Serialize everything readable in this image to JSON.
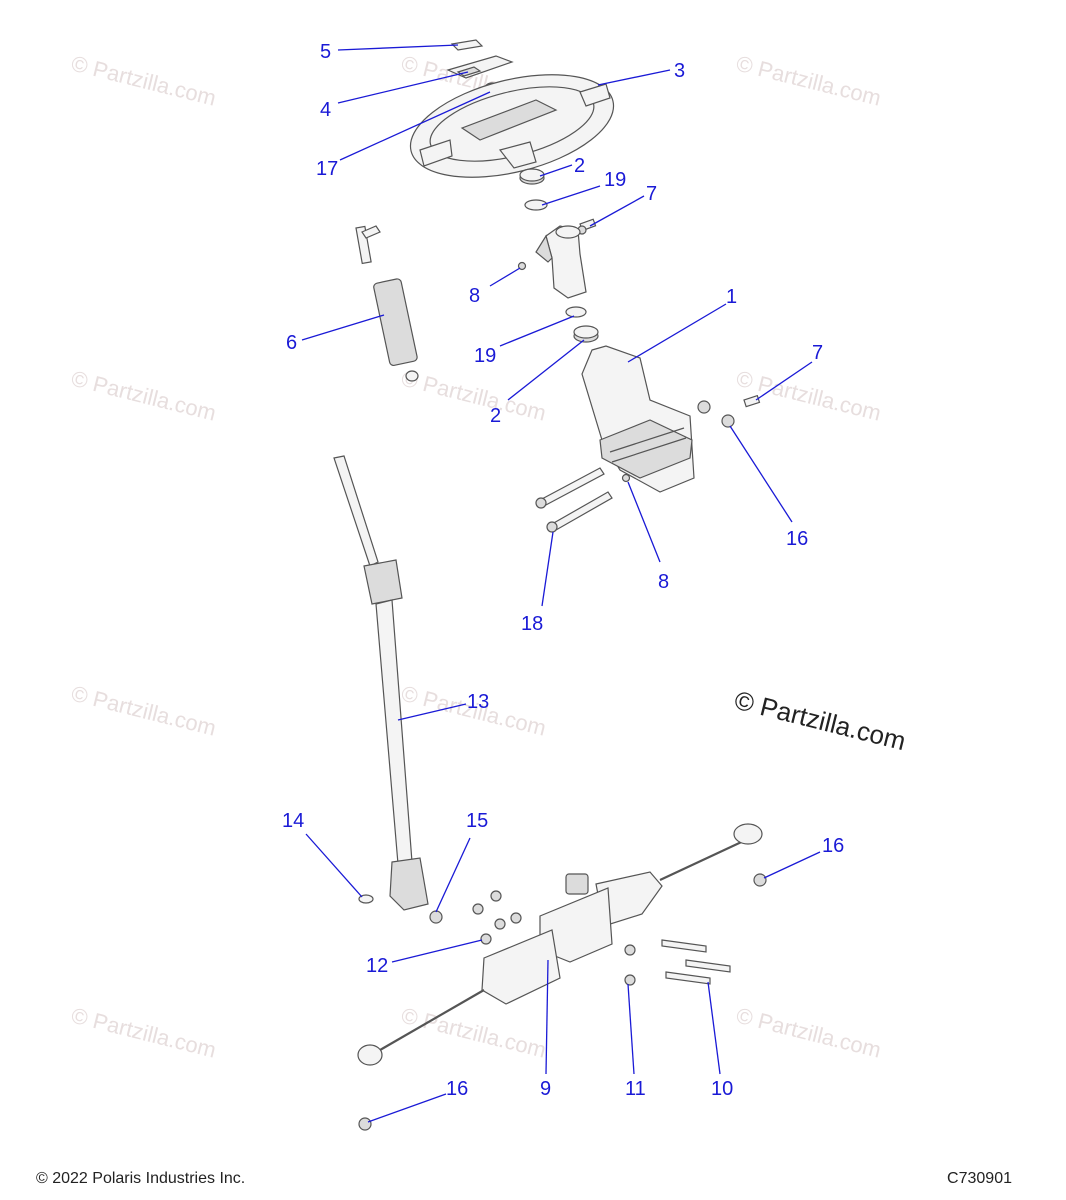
{
  "watermark": {
    "text": "© Partzilla.com"
  },
  "callouts": [
    {
      "id": "c5",
      "label": "5"
    },
    {
      "id": "c4",
      "label": "4"
    },
    {
      "id": "c3",
      "label": "3"
    },
    {
      "id": "c17",
      "label": "17"
    },
    {
      "id": "c2a",
      "label": "2"
    },
    {
      "id": "c19a",
      "label": "19"
    },
    {
      "id": "c7a",
      "label": "7"
    },
    {
      "id": "c8a",
      "label": "8"
    },
    {
      "id": "c1",
      "label": "1"
    },
    {
      "id": "c6",
      "label": "6"
    },
    {
      "id": "c19b",
      "label": "19"
    },
    {
      "id": "c2b",
      "label": "2"
    },
    {
      "id": "c7b",
      "label": "7"
    },
    {
      "id": "c16a",
      "label": "16"
    },
    {
      "id": "c8b",
      "label": "8"
    },
    {
      "id": "c18",
      "label": "18"
    },
    {
      "id": "c13",
      "label": "13"
    },
    {
      "id": "c14",
      "label": "14"
    },
    {
      "id": "c15",
      "label": "15"
    },
    {
      "id": "c16b",
      "label": "16"
    },
    {
      "id": "c12",
      "label": "12"
    },
    {
      "id": "c9",
      "label": "9"
    },
    {
      "id": "c11",
      "label": "11"
    },
    {
      "id": "c10",
      "label": "10"
    },
    {
      "id": "c16c",
      "label": "16"
    }
  ],
  "footer": {
    "copyright": "© 2022 Polaris Industries Inc.",
    "diagram_id": "C730901"
  }
}
